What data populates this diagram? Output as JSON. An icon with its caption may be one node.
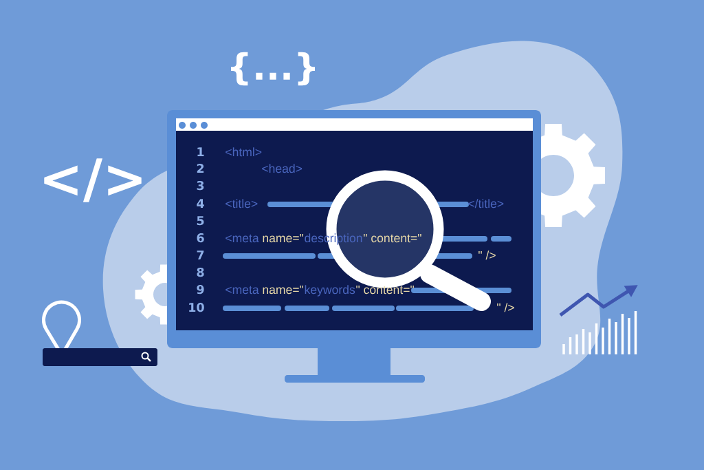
{
  "diagram": {
    "labels": [
      "{...}",
      "</>",
      "1",
      "<html>",
      "2",
      "<head>",
      "3",
      "4",
      "<title>",
      "</title>",
      "5",
      "6",
      "<meta",
      "name=\"",
      "description",
      "\" content=\"",
      "7",
      "\" />",
      "8",
      "9",
      "<meta",
      "name=\"",
      "keywords",
      "\" content=\"",
      "10",
      "\" />"
    ]
  }
}
